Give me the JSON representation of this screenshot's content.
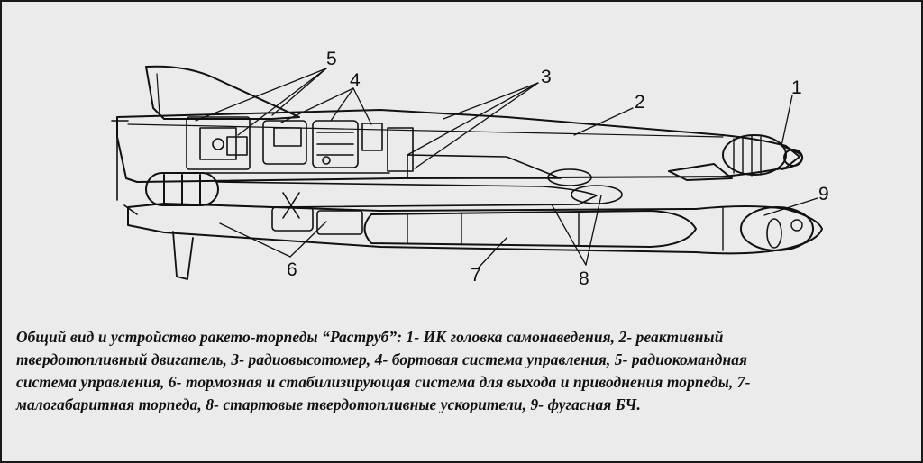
{
  "callouts": [
    {
      "id": "c1",
      "label": "1"
    },
    {
      "id": "c2",
      "label": "2"
    },
    {
      "id": "c3",
      "label": "3"
    },
    {
      "id": "c4",
      "label": "4"
    },
    {
      "id": "c5",
      "label": "5"
    },
    {
      "id": "c6",
      "label": "6"
    },
    {
      "id": "c7",
      "label": "7"
    },
    {
      "id": "c8",
      "label": "8"
    },
    {
      "id": "c9",
      "label": "9"
    }
  ],
  "caption": "Общий вид и устройство ракето-торпеды  “Раструб”: 1- ИК головка самонаведения, 2- реактивный\nтвердотопливный двигатель, 3- радиовысотомер, 4- бортовая система управления, 5- радиокомандная\nсистема управления, 6- тормозная и стабилизирующая система для выхода и приводнения торпеды, 7-\nмалогабаритная торпеда, 8- стартовые твердотопливные ускорители, 9- фугасная БЧ.",
  "colors": {
    "ink": "#111111",
    "paper": "#ebebeb"
  }
}
